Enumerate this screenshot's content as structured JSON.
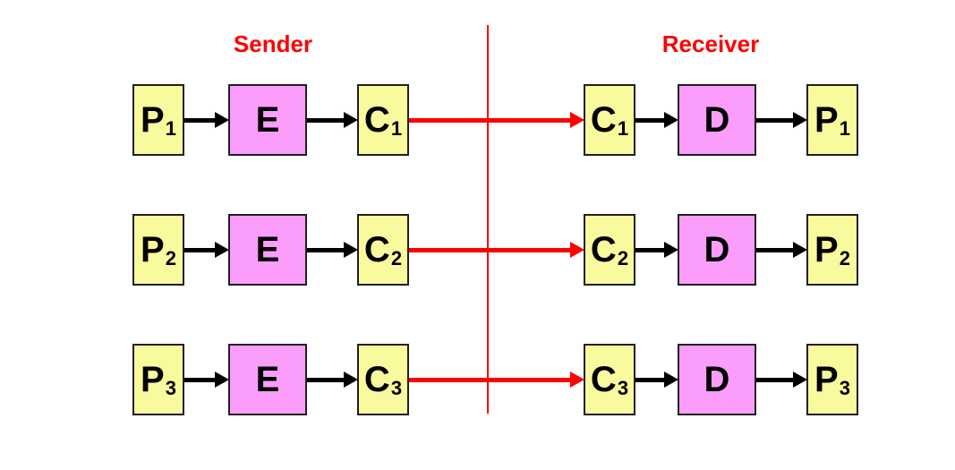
{
  "header": {
    "sender": "Sender",
    "receiver": "Receiver"
  },
  "colors": {
    "plaintext_ciphertext_box": "#F9F99D",
    "encrypt_decrypt_box": "#FB9DFB",
    "accent_red": "#FE0000",
    "arrow_black": "#000000",
    "box_border": "#1F1F1F",
    "background": "#FFFFFF"
  },
  "rows": [
    {
      "plain": "P",
      "encrypt": "E",
      "cipher": "C",
      "decrypt": "D",
      "sub": "1"
    },
    {
      "plain": "P",
      "encrypt": "E",
      "cipher": "C",
      "decrypt": "D",
      "sub": "2"
    },
    {
      "plain": "P",
      "encrypt": "E",
      "cipher": "C",
      "decrypt": "D",
      "sub": "3"
    }
  ]
}
